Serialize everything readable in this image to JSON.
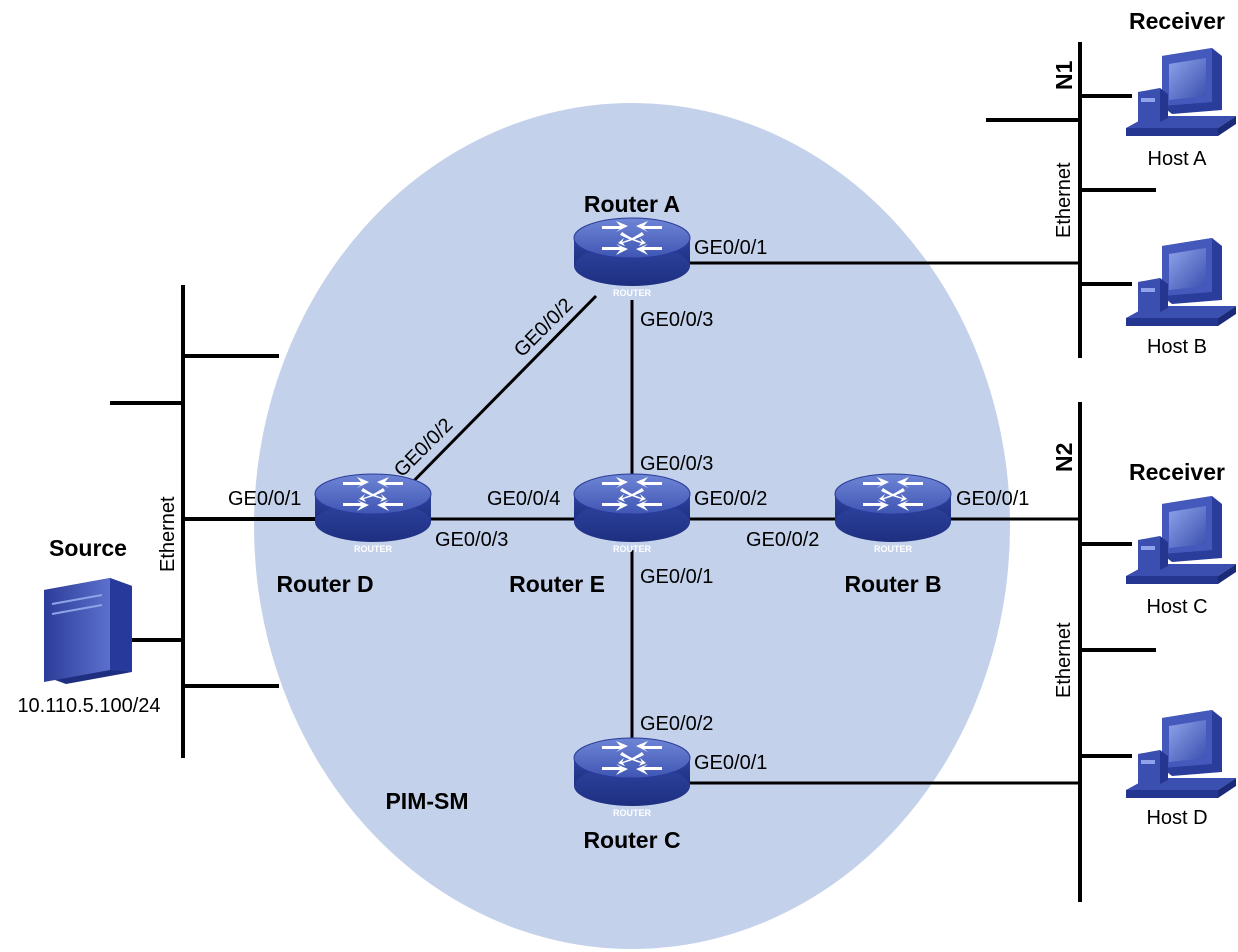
{
  "domain_label": "PIM-SM",
  "routers": {
    "a": {
      "name": "Router A",
      "badge": "ROUTER"
    },
    "b": {
      "name": "Router B",
      "badge": "ROUTER"
    },
    "c": {
      "name": "Router C",
      "badge": "ROUTER"
    },
    "d": {
      "name": "Router D",
      "badge": "ROUTER"
    },
    "e": {
      "name": "Router E",
      "badge": "ROUTER"
    }
  },
  "interfaces": {
    "a_ge1": "GE0/0/1",
    "a_ge2": "GE0/0/2",
    "a_ge3": "GE0/0/3",
    "d_ge1": "GE0/0/1",
    "d_ge2": "GE0/0/2",
    "d_ge3": "GE0/0/3",
    "e_ge4": "GE0/0/4",
    "e_ge3": "GE0/0/3",
    "e_ge2": "GE0/0/2",
    "e_ge1": "GE0/0/1",
    "b_ge2": "GE0/0/2",
    "b_ge1": "GE0/0/1",
    "c_ge2": "GE0/0/2",
    "c_ge1": "GE0/0/1"
  },
  "source": {
    "label": "Source",
    "ip": "10.110.5.100/24"
  },
  "networks": {
    "n1": "N1",
    "n2": "N2",
    "ethernet_left": "Ethernet",
    "ethernet_n1": "Ethernet",
    "ethernet_n2": "Ethernet"
  },
  "receivers": {
    "n1": "Receiver",
    "n2": "Receiver"
  },
  "hosts": {
    "a": "Host A",
    "b": "Host B",
    "c": "Host C",
    "d": "Host D"
  }
}
